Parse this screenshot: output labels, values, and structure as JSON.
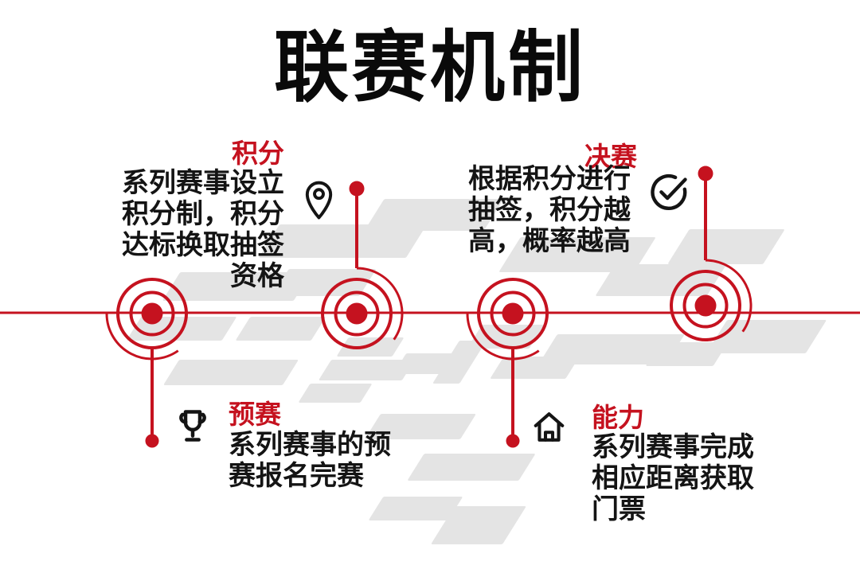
{
  "title": "联赛机制",
  "colors": {
    "accent_red": "#c5121f",
    "text_black": "#141414",
    "watermark_gray": "#e4e4e4"
  },
  "sections": [
    {
      "id": "points",
      "label": "积分",
      "body": "系列赛事设立\n积分制，积分\n达标换取抽签\n资格",
      "icon": "location-pin"
    },
    {
      "id": "finals",
      "label": "决赛",
      "body": "根据积分进行\n抽签，积分越\n高，概率越高",
      "icon": "check-circle"
    },
    {
      "id": "preliminary",
      "label": "预赛",
      "body": "系列赛事的预\n赛报名完赛",
      "icon": "trophy"
    },
    {
      "id": "ability",
      "label": "能力",
      "body": "系列赛事完成\n相应距离获取\n门票",
      "icon": "house"
    }
  ]
}
